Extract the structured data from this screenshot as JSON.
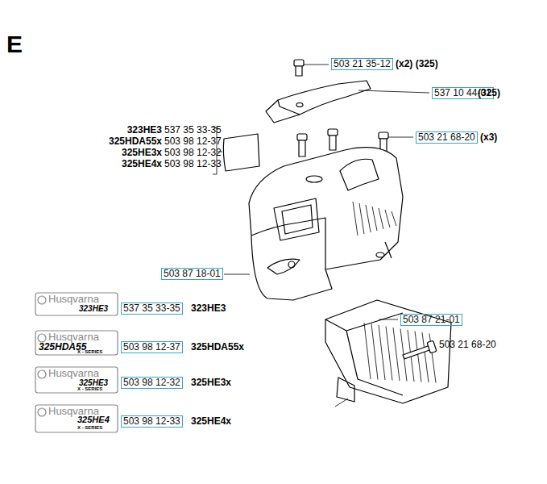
{
  "diagram": {
    "nodes": [
      {
        "text": [
          "503 21 35-12"
        ]
      },
      {
        "text": [
          "537 10 44-01"
        ]
      },
      {
        "text": [
          "503 21 68-20"
        ]
      },
      {
        "text": [
          "503 87 18-01"
        ]
      },
      {
        "text": [
          "503 87 21-01"
        ]
      },
      {
        "text": [
          "537 35 33-35"
        ]
      },
      {
        "text": [
          "503 98 12-37"
        ]
      },
      {
        "text": [
          "503 98 12-32"
        ]
      },
      {
        "text": [
          "503 98 12-33"
        ]
      }
    ],
    "edges": [],
    "labels": [
      "E",
      "(x2) (325)",
      "(325)",
      "(x3)",
      "323HE3",
      "537 35 33-35",
      "325HDA55x",
      "503 98 12-37",
      "325HE3x",
      "503 98 12-32",
      "325HE4x",
      "503 98 12-33",
      "503 21 68-20",
      "Husqvarna",
      "323HE3",
      "323HE3",
      "Husqvarna",
      "325HDA55",
      "X - SERIES",
      "325HDA55x",
      "Husqvarna",
      "325HE3",
      "X - SERIES",
      "325HE3x",
      "Husqvarna",
      "325HE4",
      "X - SERIES",
      "325HE4x"
    ]
  }
}
